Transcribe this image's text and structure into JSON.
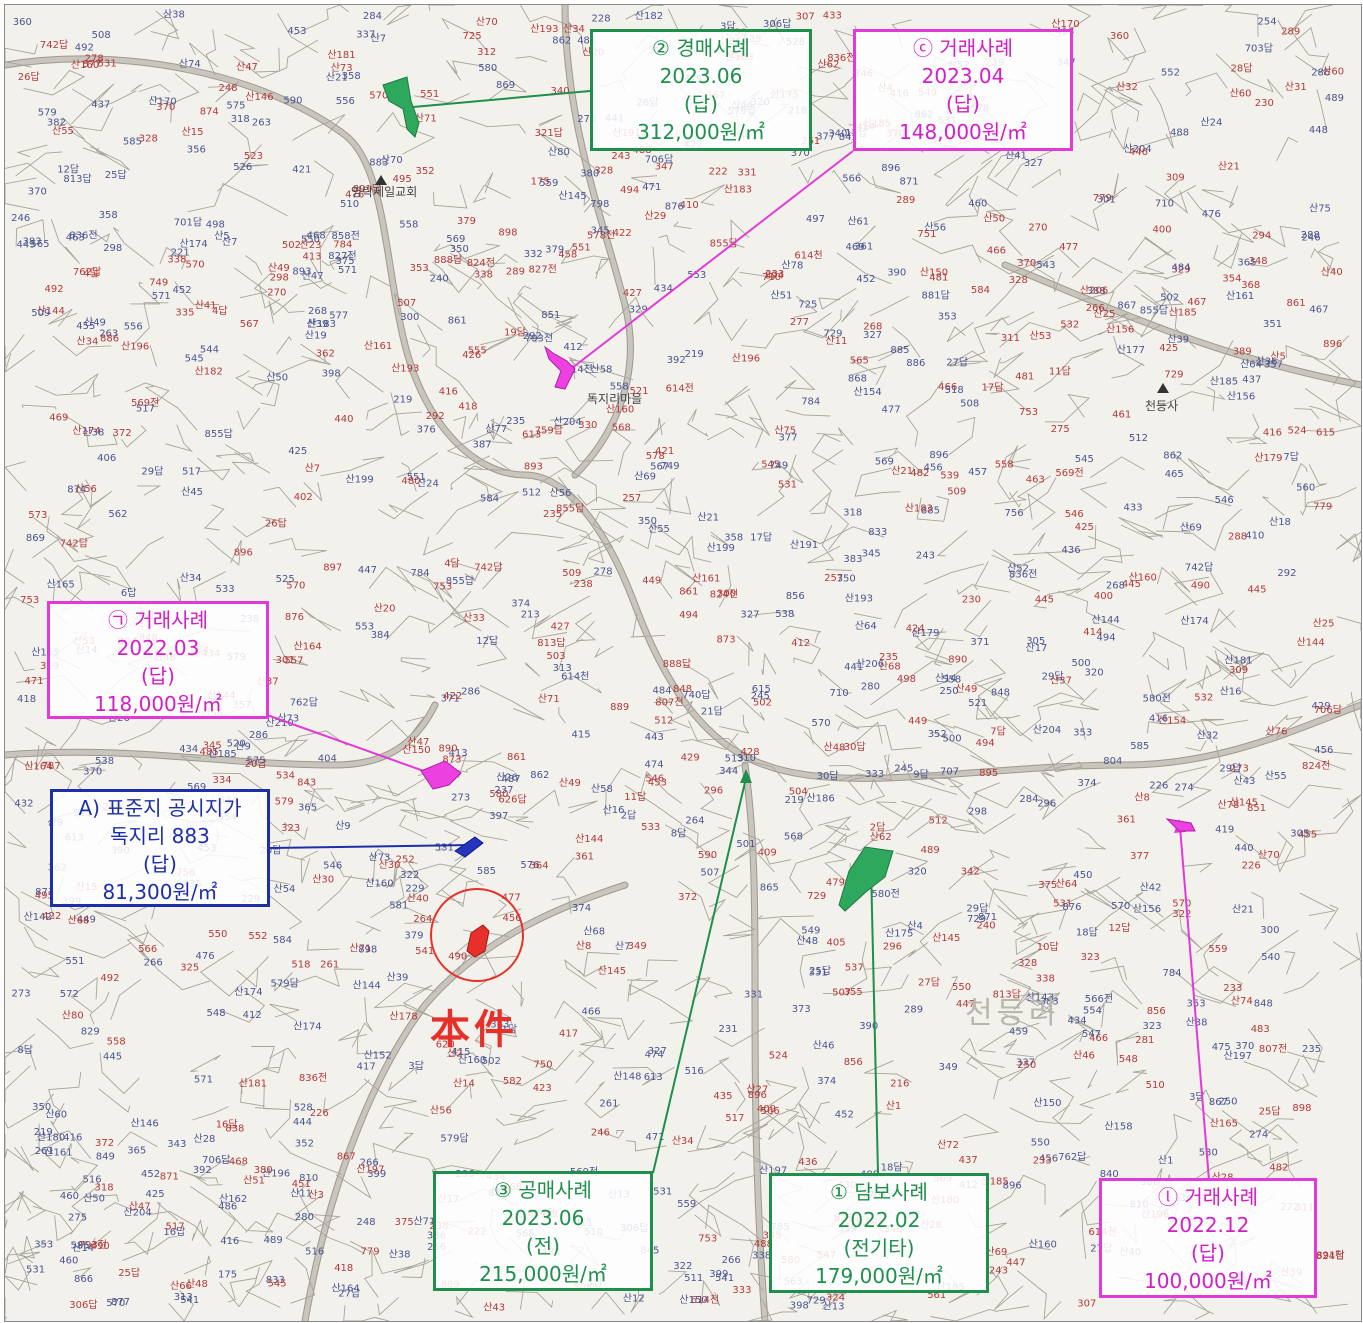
{
  "map": {
    "village_label": "천등리",
    "place_labels": [
      "영락제일교회",
      "독지리마을",
      "천등사"
    ],
    "colors": {
      "green": "#1e8f4c",
      "magenta": "#e23ad8",
      "blue": "#1d2fa8",
      "subject": "#e8302a",
      "parcel_line": "#a8a49c"
    }
  },
  "callouts": {
    "auction": {
      "title": "② 경매사례",
      "date": "2023.06",
      "category": "(답)",
      "price": "312,000원/㎡"
    },
    "trade_c": {
      "title": "ⓒ 거래사례",
      "date": "2023.04",
      "category": "(답)",
      "price": "148,000원/㎡"
    },
    "trade_a": {
      "title": "㉠ 거래사례",
      "date": "2022.03",
      "category": "(답)",
      "price": "118,000원/㎡"
    },
    "standard": {
      "title": "A) 표준지 공시지가",
      "date": "독지리 883",
      "category": "(답)",
      "price": "81,300원/㎡"
    },
    "public_sale": {
      "title": "③ 공매사례",
      "date": "2023.06",
      "category": "(전)",
      "price": "215,000원/㎡"
    },
    "collateral": {
      "title": "① 담보사례",
      "date": "2022.02",
      "category": "(전기타)",
      "price": "179,000원/㎡"
    },
    "trade_b": {
      "title": "ⓛ 거래사례",
      "date": "2022.12",
      "category": "(답)",
      "price": "100,000원/㎡"
    }
  },
  "subject": {
    "label": "本件"
  },
  "lot_labels": [
    "626답",
    "615",
    "614전",
    "614천",
    "613",
    "620",
    "560",
    "566",
    "578",
    "579",
    "580",
    "569전",
    "584",
    "585",
    "590",
    "726",
    "725",
    "719",
    "720",
    "712",
    "710",
    "707",
    "706답",
    "705답",
    "703답",
    "701답",
    "729",
    "740답",
    "742답",
    "759답",
    "762답",
    "756",
    "750",
    "749",
    "751",
    "753",
    "175",
    "779",
    "785",
    "784",
    "787",
    "790",
    "793전",
    "797",
    "798",
    "801답",
    "804",
    "805전",
    "807전",
    "810",
    "813답",
    "824전",
    "825답",
    "827전",
    "829",
    "830",
    "833",
    "835",
    "836전",
    "838",
    "839",
    "840",
    "841",
    "842",
    "843",
    "845",
    "848",
    "849",
    "851",
    "853",
    "855답",
    "856",
    "858전",
    "861",
    "862",
    "865",
    "866",
    "867",
    "868",
    "869",
    "870",
    "871",
    "873",
    "874",
    "876",
    "877",
    "878",
    "880",
    "881답",
    "882",
    "883",
    "885",
    "886",
    "887",
    "888답",
    "889",
    "890",
    "891답",
    "893",
    "894",
    "895",
    "896",
    "897",
    "898",
    "산142",
    "산143",
    "산144",
    "산145",
    "산146",
    "산148",
    "산150",
    "산152",
    "산154",
    "산156",
    "산158",
    "산160",
    "산161",
    "산162",
    "산164",
    "산165",
    "산170",
    "산174",
    "산175",
    "산177",
    "산178",
    "산179",
    "산180",
    "산181",
    "산182",
    "산183",
    "산185",
    "산186",
    "산190",
    "산191",
    "산193",
    "산196",
    "산197",
    "산199",
    "산201",
    "산204",
    "산206",
    "산210",
    "산211",
    "213",
    "216",
    "218",
    "219",
    "221",
    "222",
    "224",
    "226",
    "228",
    "229",
    "230",
    "231",
    "233",
    "235",
    "237",
    "238",
    "240",
    "241",
    "243",
    "245",
    "246",
    "248",
    "250",
    "252",
    "254",
    "256",
    "257",
    "259",
    "261",
    "263",
    "264",
    "265",
    "266",
    "268",
    "270",
    "272",
    "273",
    "274",
    "275",
    "277",
    "278",
    "280",
    "281",
    "282",
    "284",
    "286",
    "288",
    "289",
    "290",
    "292",
    "294",
    "296",
    "298",
    "300",
    "301",
    "303",
    "304답",
    "305",
    "306답",
    "307",
    "308",
    "309",
    "310",
    "311",
    "312",
    "313",
    "314",
    "316",
    "318",
    "320",
    "321답",
    "322",
    "323",
    "324",
    "325",
    "326",
    "327",
    "328",
    "329",
    "330",
    "331",
    "332",
    "333",
    "334",
    "335",
    "336",
    "337",
    "338",
    "339",
    "340",
    "341",
    "342",
    "343",
    "344",
    "345",
    "346",
    "347",
    "348",
    "349",
    "350",
    "351",
    "352",
    "353",
    "354",
    "355",
    "356",
    "357",
    "358",
    "359",
    "360",
    "361",
    "362",
    "363",
    "364",
    "365",
    "366",
    "367",
    "368",
    "370",
    "371",
    "372",
    "373",
    "374",
    "375",
    "376",
    "377",
    "378",
    "379",
    "380",
    "382",
    "383",
    "384",
    "385",
    "386",
    "387",
    "388",
    "389",
    "390",
    "392",
    "394",
    "395",
    "396",
    "397",
    "398",
    "399",
    "400",
    "402",
    "404",
    "405",
    "406",
    "408",
    "409",
    "410",
    "411",
    "412",
    "413",
    "414",
    "415",
    "416",
    "417",
    "418",
    "419",
    "420",
    "421",
    "422",
    "423",
    "424",
    "425",
    "426",
    "427",
    "428",
    "429",
    "430",
    "432",
    "433",
    "434",
    "435",
    "436",
    "437",
    "438",
    "439",
    "440",
    "441",
    "442",
    "443",
    "444",
    "445",
    "446",
    "447",
    "448",
    "449",
    "450",
    "451",
    "452",
    "453",
    "454",
    "455",
    "456",
    "457",
    "458",
    "459",
    "460",
    "461",
    "462",
    "463",
    "464",
    "465",
    "466",
    "467",
    "468",
    "469",
    "470",
    "471",
    "472",
    "473",
    "474",
    "475",
    "476",
    "477",
    "478",
    "479",
    "480",
    "481",
    "482",
    "483",
    "484",
    "485",
    "486",
    "487",
    "488",
    "489",
    "490",
    "492",
    "494",
    "495",
    "496",
    "497",
    "498",
    "500",
    "501",
    "502",
    "503",
    "504",
    "505",
    "506",
    "507",
    "508",
    "509",
    "510",
    "511",
    "512",
    "513",
    "514",
    "515",
    "516",
    "517",
    "518",
    "520",
    "521",
    "522",
    "523",
    "524",
    "525",
    "526",
    "527",
    "528",
    "530",
    "531",
    "532",
    "533",
    "534",
    "535",
    "536",
    "537",
    "538",
    "539",
    "540",
    "541",
    "542",
    "543",
    "544",
    "545",
    "546",
    "547",
    "548",
    "549",
    "550",
    "551",
    "552",
    "553",
    "554",
    "555",
    "556",
    "557",
    "558",
    "559",
    "560전",
    "561",
    "562",
    "563",
    "564",
    "565",
    "566전",
    "567",
    "568",
    "569",
    "570",
    "571",
    "572",
    "573",
    "574",
    "575",
    "576",
    "577",
    "578전",
    "579답",
    "580전",
    "581",
    "582",
    "1답",
    "2답",
    "3답",
    "4답",
    "5답",
    "6답",
    "7답",
    "8답",
    "9답",
    "10답",
    "11답",
    "12답",
    "13답",
    "14답",
    "15답",
    "16답",
    "17답",
    "18답",
    "19답",
    "20답",
    "21답",
    "22답",
    "23답",
    "24답",
    "25답",
    "26답",
    "27답",
    "28답",
    "29답",
    "30답",
    "산1",
    "산2",
    "산3",
    "산4",
    "산5",
    "산6",
    "산7",
    "산8",
    "산9",
    "산10",
    "산11",
    "산12",
    "산13",
    "산14",
    "산15",
    "산16",
    "산17",
    "산18",
    "산19",
    "산20",
    "산21",
    "산22",
    "산23",
    "산24",
    "산25",
    "산26",
    "산27",
    "산28",
    "산29",
    "산30",
    "산31",
    "산32",
    "산33",
    "산34",
    "산35",
    "산36",
    "산37",
    "산38",
    "산39",
    "산40",
    "산41",
    "산42",
    "산43",
    "산44",
    "산45",
    "산46",
    "산47",
    "산48",
    "산49",
    "산50",
    "산51",
    "산52",
    "산53",
    "산54",
    "산55",
    "산56",
    "산57",
    "산58",
    "산59",
    "산60",
    "산61",
    "산62",
    "산63",
    "산64",
    "산65",
    "산66",
    "산67",
    "산68",
    "산69",
    "산70",
    "산71",
    "산72",
    "산73",
    "산74",
    "산75",
    "산76",
    "산77",
    "산78",
    "산79",
    "산80"
  ]
}
